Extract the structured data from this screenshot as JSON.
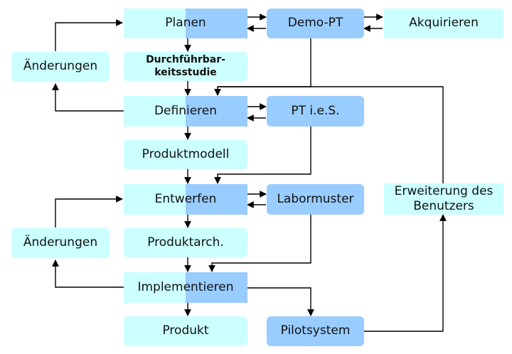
{
  "nodes": {
    "planen": "Planen",
    "demo_pt": "Demo-PT",
    "akquirieren": "Akquirieren",
    "aenderungen_1": "Änderungen",
    "durchfuehrbarkeit_line1": "Durchführbar-",
    "durchfuehrbarkeit_line2": "keitsstudie",
    "definieren": "Definieren",
    "pt_ies": "PT i.e.S.",
    "produktmodell": "Produktmodell",
    "entwerfen": "Entwerfen",
    "labormuster": "Labormuster",
    "erweiterung_line1": "Erweiterung des",
    "erweiterung_line2": "Benutzers",
    "aenderungen_2": "Änderungen",
    "produktarch": "Produktarch.",
    "implementieren": "Implementieren",
    "produkt": "Produkt",
    "pilotsystem": "Pilotsystem"
  },
  "colors": {
    "light_box": "#ccffff",
    "blue_box": "#99ccff",
    "arrow": "#000000"
  }
}
